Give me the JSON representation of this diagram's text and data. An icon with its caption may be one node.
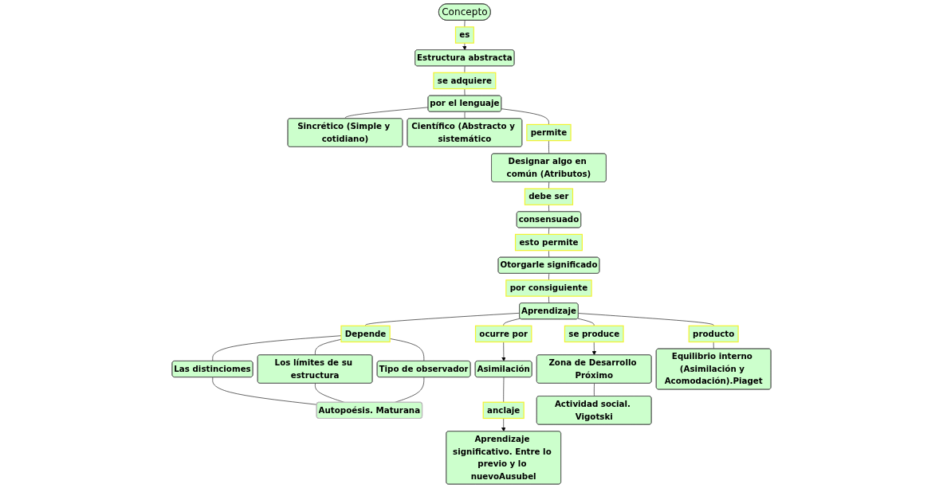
{
  "diagram": {
    "nodes": [
      {
        "text": [
          "Concepto"
        ]
      },
      {
        "text": [
          "es"
        ]
      },
      {
        "text": [
          "Estructura abstracta"
        ]
      },
      {
        "text": [
          "se adquiere"
        ]
      },
      {
        "text": [
          "por el lenguaje"
        ]
      },
      {
        "text": [
          "Sincrético (Simple y cotidiano)"
        ]
      },
      {
        "text": [
          "Científico (Abstracto y sistemático"
        ]
      },
      {
        "text": [
          "permite"
        ]
      },
      {
        "text": [
          "Designar algo en común (Atributos)"
        ]
      },
      {
        "text": [
          "debe ser"
        ]
      },
      {
        "text": [
          "consensuado"
        ]
      },
      {
        "text": [
          "esto permite"
        ]
      },
      {
        "text": [
          "Otorgarle significado"
        ]
      },
      {
        "text": [
          "por consiguiente"
        ]
      },
      {
        "text": [
          "Aprendizaje"
        ]
      },
      {
        "text": [
          "Depende"
        ]
      },
      {
        "text": [
          "Las distinciomes"
        ]
      },
      {
        "text": [
          "Los límites de su estructura"
        ]
      },
      {
        "text": [
          "Tipo de observador"
        ]
      },
      {
        "text": [
          "Autopoésis. Maturana"
        ]
      },
      {
        "text": [
          "ocurre por"
        ]
      },
      {
        "text": [
          "Asimilación"
        ]
      },
      {
        "text": [
          "anclaje"
        ]
      },
      {
        "text": [
          "Aprendizaje significativo. Entre lo previo y lo nuevoAusubel"
        ]
      },
      {
        "text": [
          "se produce"
        ]
      },
      {
        "text": [
          "Zona de Desarrollo Próximo"
        ]
      },
      {
        "text": [
          "Actividad social. Vigotski"
        ]
      },
      {
        "text": [
          "producto"
        ]
      },
      {
        "text": [
          "Equilibrio interno (Asimilación y Acomodación).Piaget"
        ]
      }
    ],
    "edges": [
      {
        "from": 0,
        "to": 1,
        "arrow": "none"
      },
      {
        "from": 1,
        "to": 2,
        "arrow": "to"
      },
      {
        "from": 2,
        "to": 3,
        "arrow": "none"
      },
      {
        "from": 3,
        "to": 4,
        "arrow": "none"
      },
      {
        "from": 4,
        "to": 5,
        "arrow": "none"
      },
      {
        "from": 4,
        "to": 6,
        "arrow": "none"
      },
      {
        "from": 4,
        "to": 7,
        "arrow": "none"
      },
      {
        "from": 7,
        "to": 8,
        "arrow": "none"
      },
      {
        "from": 8,
        "to": 9,
        "arrow": "none"
      },
      {
        "from": 9,
        "to": 10,
        "arrow": "none"
      },
      {
        "from": 10,
        "to": 11,
        "arrow": "none"
      },
      {
        "from": 11,
        "to": 12,
        "arrow": "none"
      },
      {
        "from": 12,
        "to": 13,
        "arrow": "none"
      },
      {
        "from": 13,
        "to": 14,
        "arrow": "none"
      },
      {
        "from": 14,
        "to": 15,
        "arrow": "none"
      },
      {
        "from": 15,
        "to": 16,
        "arrow": "none"
      },
      {
        "from": 15,
        "to": 17,
        "arrow": "none"
      },
      {
        "from": 15,
        "to": 18,
        "arrow": "none"
      },
      {
        "from": 16,
        "to": 19,
        "arrow": "none"
      },
      {
        "from": 17,
        "to": 19,
        "arrow": "none"
      },
      {
        "from": 18,
        "to": 19,
        "arrow": "none"
      },
      {
        "from": 14,
        "to": 20,
        "arrow": "none"
      },
      {
        "from": 20,
        "to": 21,
        "arrow": "to"
      },
      {
        "from": 21,
        "to": 22,
        "arrow": "none"
      },
      {
        "from": 22,
        "to": 23,
        "arrow": "to"
      },
      {
        "from": 14,
        "to": 24,
        "arrow": "none"
      },
      {
        "from": 24,
        "to": 25,
        "arrow": "to"
      },
      {
        "from": 25,
        "to": 26,
        "arrow": "none"
      },
      {
        "from": 14,
        "to": 27,
        "arrow": "none"
      },
      {
        "from": 27,
        "to": 28,
        "arrow": "none"
      }
    ]
  }
}
